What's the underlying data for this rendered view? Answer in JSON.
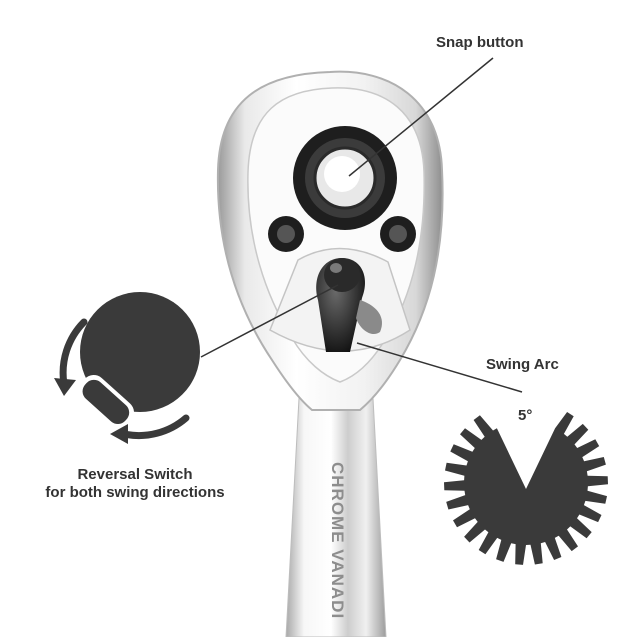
{
  "callouts": {
    "snap_button": "Snap button",
    "swing_arc": "Swing Arc",
    "swing_angle": "5°",
    "reversal_switch_line1": "Reversal Switch",
    "reversal_switch_line2": "for both swing directions"
  },
  "handle_engraving": "CHROME VANADI",
  "colors": {
    "icon_dark": "#3a3a3a",
    "chrome_light": "#f4f4f4",
    "chrome_mid": "#cfcfcf",
    "label_text": "#333333"
  }
}
